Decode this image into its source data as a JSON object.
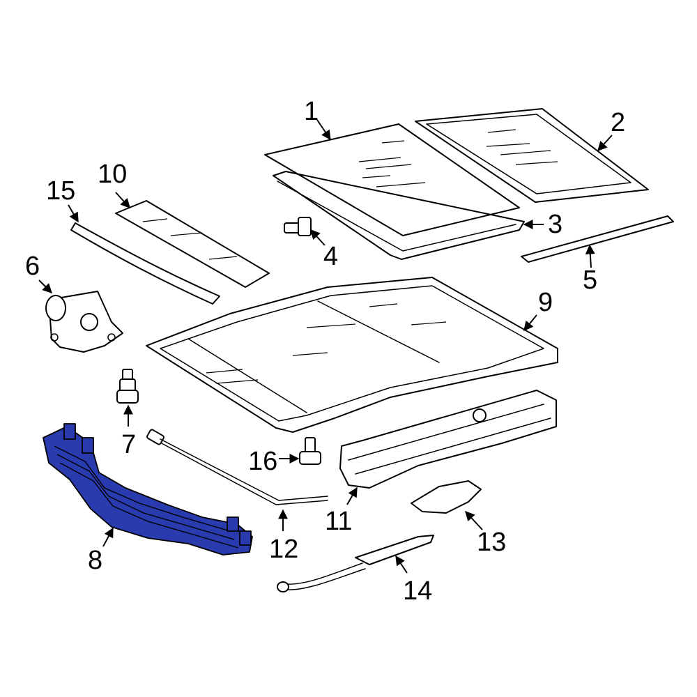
{
  "diagram": {
    "highlight_color": "#2a3bb0",
    "line_color": "#000000",
    "background": "#ffffff",
    "callouts": [
      {
        "id": "c1",
        "label": "1"
      },
      {
        "id": "c2",
        "label": "2"
      },
      {
        "id": "c3",
        "label": "3"
      },
      {
        "id": "c4",
        "label": "4"
      },
      {
        "id": "c5",
        "label": "5"
      },
      {
        "id": "c6",
        "label": "6"
      },
      {
        "id": "c7",
        "label": "7"
      },
      {
        "id": "c8",
        "label": "8"
      },
      {
        "id": "c9",
        "label": "9"
      },
      {
        "id": "c10",
        "label": "10"
      },
      {
        "id": "c11",
        "label": "11"
      },
      {
        "id": "c12",
        "label": "12"
      },
      {
        "id": "c13",
        "label": "13"
      },
      {
        "id": "c14",
        "label": "14"
      },
      {
        "id": "c15",
        "label": "15"
      },
      {
        "id": "c16",
        "label": "16"
      }
    ],
    "highlighted_part": "8"
  }
}
